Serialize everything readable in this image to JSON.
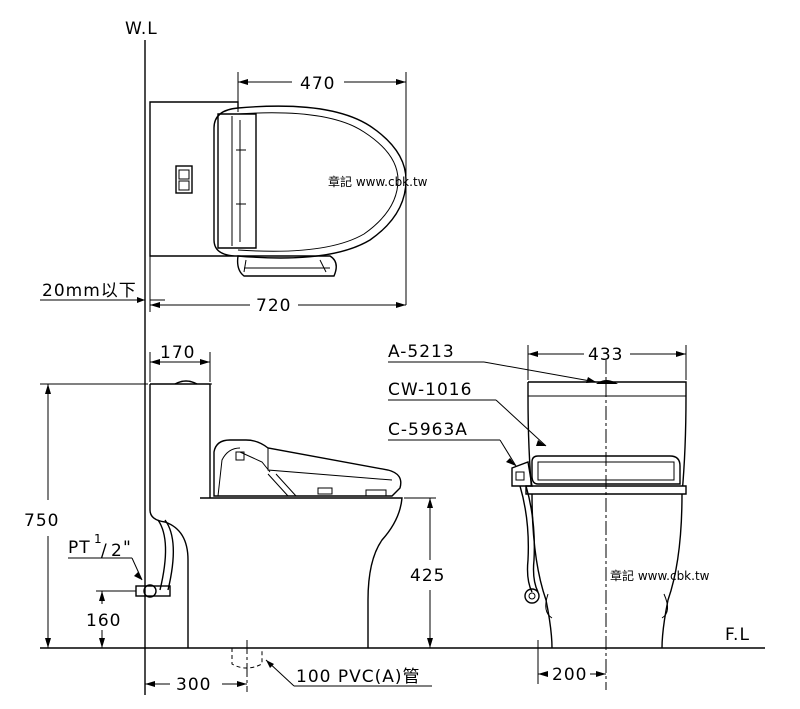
{
  "labels": {
    "wall_line": "W.L",
    "floor_line": "F.L",
    "wall_gap": "20mm以下",
    "watermark": "章記 www.cbk.tw",
    "drain_pipe": "100 PVC(A)管",
    "pt_prefix": "PT",
    "pt_num": "1",
    "pt_den": "2",
    "pt_suffix": "\""
  },
  "dimensions": {
    "seat_width_top": "470",
    "total_depth": "720",
    "tank_depth": "170",
    "total_height": "750",
    "bowl_height": "425",
    "supply_height": "160",
    "rough_in": "300",
    "tank_width": "433",
    "drain_offset": "200"
  },
  "parts": {
    "flush_button": "A-5213",
    "tank": "CW-1016",
    "seat": "C-5963A"
  }
}
